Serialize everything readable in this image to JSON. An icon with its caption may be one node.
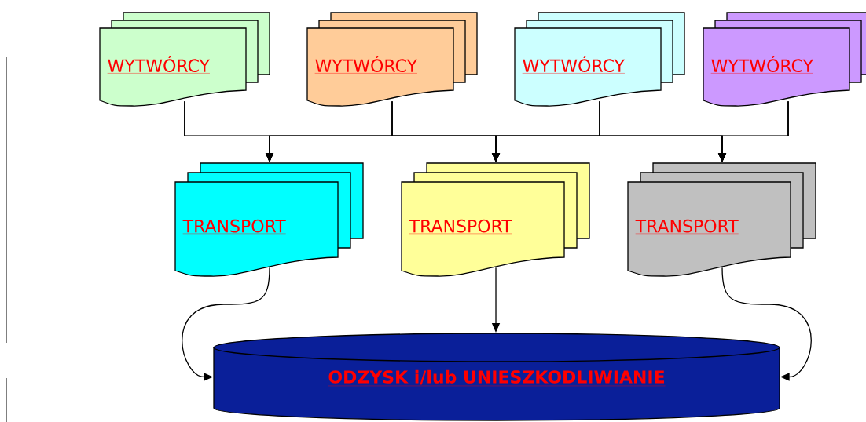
{
  "diagram": {
    "nodes": [
      {
        "text": [
          "WYTWÓRCY"
        ]
      },
      {
        "text": [
          "WYTWÓRCY"
        ]
      },
      {
        "text": [
          "WYTWÓRCY"
        ]
      },
      {
        "text": [
          "WYTWÓRCY"
        ]
      },
      {
        "text": [
          "TRANSPORT"
        ]
      },
      {
        "text": [
          "TRANSPORT"
        ]
      },
      {
        "text": [
          "TRANSPORT"
        ]
      },
      {
        "text": [
          "ODZYSK i/lub UNIESZKODLIWIANIE"
        ]
      }
    ],
    "edges": [
      {
        "from": 0,
        "to": 4,
        "arrow": "to"
      },
      {
        "from": 0,
        "to": 5,
        "arrow": "to"
      },
      {
        "from": 0,
        "to": 6,
        "arrow": "to"
      },
      {
        "from": 1,
        "to": 4,
        "arrow": "to"
      },
      {
        "from": 1,
        "to": 5,
        "arrow": "to"
      },
      {
        "from": 1,
        "to": 6,
        "arrow": "to"
      },
      {
        "from": 2,
        "to": 4,
        "arrow": "to"
      },
      {
        "from": 2,
        "to": 5,
        "arrow": "to"
      },
      {
        "from": 2,
        "to": 6,
        "arrow": "to"
      },
      {
        "from": 3,
        "to": 4,
        "arrow": "to"
      },
      {
        "from": 3,
        "to": 5,
        "arrow": "to"
      },
      {
        "from": 3,
        "to": 6,
        "arrow": "to"
      },
      {
        "from": 4,
        "to": 7,
        "arrow": "to"
      },
      {
        "from": 5,
        "to": 7,
        "arrow": "to"
      },
      {
        "from": 6,
        "to": 7,
        "arrow": "to"
      }
    ]
  }
}
